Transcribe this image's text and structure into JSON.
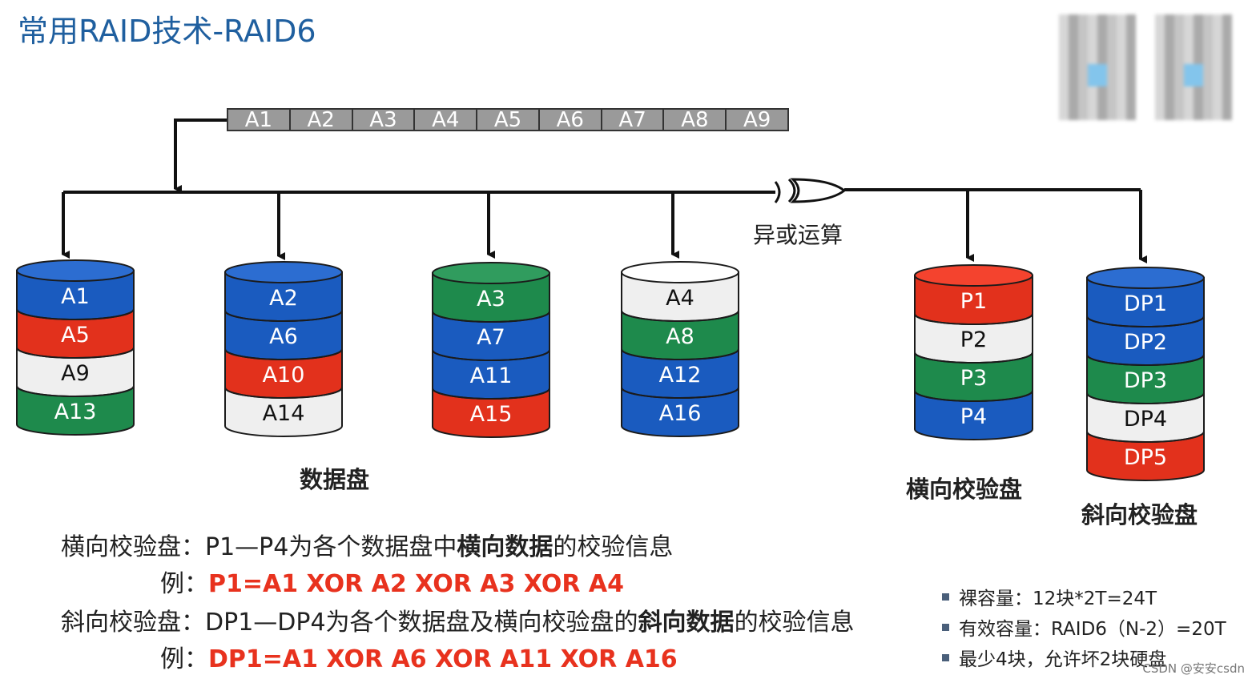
{
  "title": "常用RAID技术-RAID6",
  "stripe": [
    "A1",
    "A2",
    "A3",
    "A4",
    "A5",
    "A6",
    "A7",
    "A8",
    "A9"
  ],
  "xor_label": "异或运算",
  "colors": {
    "blue": "#1a5bbf",
    "red": "#e2311c",
    "green": "#1e8a4c",
    "white": "#efefef"
  },
  "disks": [
    {
      "blocks": [
        {
          "label": "A1",
          "color": "blue"
        },
        {
          "label": "A5",
          "color": "red"
        },
        {
          "label": "A9",
          "color": "white"
        },
        {
          "label": "A13",
          "color": "green"
        }
      ]
    },
    {
      "blocks": [
        {
          "label": "A2",
          "color": "blue"
        },
        {
          "label": "A6",
          "color": "blue"
        },
        {
          "label": "A10",
          "color": "red"
        },
        {
          "label": "A14",
          "color": "white"
        }
      ]
    },
    {
      "blocks": [
        {
          "label": "A3",
          "color": "green"
        },
        {
          "label": "A7",
          "color": "blue"
        },
        {
          "label": "A11",
          "color": "blue"
        },
        {
          "label": "A15",
          "color": "red"
        }
      ]
    },
    {
      "blocks": [
        {
          "label": "A4",
          "color": "white"
        },
        {
          "label": "A8",
          "color": "green"
        },
        {
          "label": "A12",
          "color": "blue"
        },
        {
          "label": "A16",
          "color": "blue"
        }
      ]
    },
    {
      "blocks": [
        {
          "label": "P1",
          "color": "red"
        },
        {
          "label": "P2",
          "color": "white"
        },
        {
          "label": "P3",
          "color": "green"
        },
        {
          "label": "P4",
          "color": "blue"
        }
      ]
    },
    {
      "blocks": [
        {
          "label": "DP1",
          "color": "blue"
        },
        {
          "label": "DP2",
          "color": "blue"
        },
        {
          "label": "DP3",
          "color": "green"
        },
        {
          "label": "DP4",
          "color": "white"
        },
        {
          "label": "DP5",
          "color": "red"
        }
      ]
    }
  ],
  "group_labels": {
    "data": "数据盘",
    "horizontal": "横向校验盘",
    "diagonal": "斜向校验盘"
  },
  "notes": {
    "line1": {
      "prefix": "横向校验盘：P1—P4为各个数据盘中",
      "bold": "横向数据",
      "suffix": "的校验信息"
    },
    "line2": {
      "prefix": "例：",
      "formula": "P1=A1 XOR A2 XOR A3 XOR A4"
    },
    "line3": {
      "prefix": "斜向校验盘：DP1—DP4为各个数据盘及横向校验盘的",
      "bold": "斜向数据",
      "suffix": "的校验信息"
    },
    "line4": {
      "prefix": "例：",
      "formula": "DP1=A1 XOR A6 XOR A11 XOR A16"
    }
  },
  "bullets": [
    "裸容量：12块*2T=24T",
    "有效容量：RAID6（N-2）=20T",
    "最少4块，允许坏2块硬盘"
  ],
  "watermark": "CSDN @安安csdn"
}
